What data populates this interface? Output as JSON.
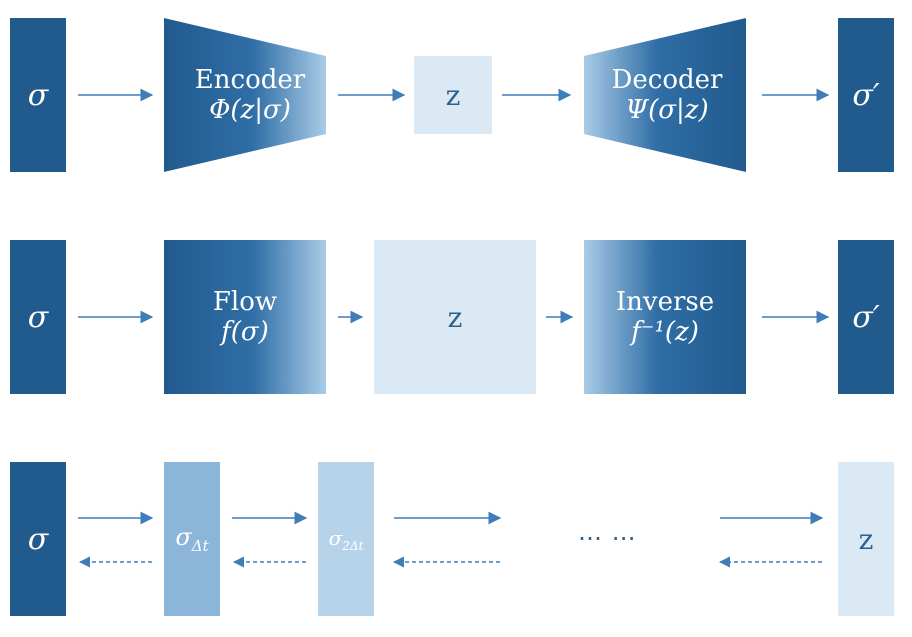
{
  "row1": {
    "input": "σ",
    "encoder": {
      "title": "Encoder",
      "formula": "Φ(z|σ)"
    },
    "latent": "z",
    "decoder": {
      "title": "Decoder",
      "formula": "Ψ(σ|z)"
    },
    "output": "σ′"
  },
  "row2": {
    "input": "σ",
    "flow": {
      "title": "Flow",
      "formula": "f(σ)"
    },
    "latent": "z",
    "inverse": {
      "title": "Inverse",
      "formula": "f⁻¹(z)"
    },
    "output": "σ′"
  },
  "row3": {
    "input": "σ",
    "step1": {
      "base": "σ",
      "sub": "Δt"
    },
    "step2": {
      "base": "σ",
      "sub": "2Δt"
    },
    "ellipsis": "⋯ ⋯",
    "output": "z"
  },
  "colors": {
    "dark": "#215a8d",
    "light": "#dae9f4",
    "arrow": "#3f7db8"
  }
}
